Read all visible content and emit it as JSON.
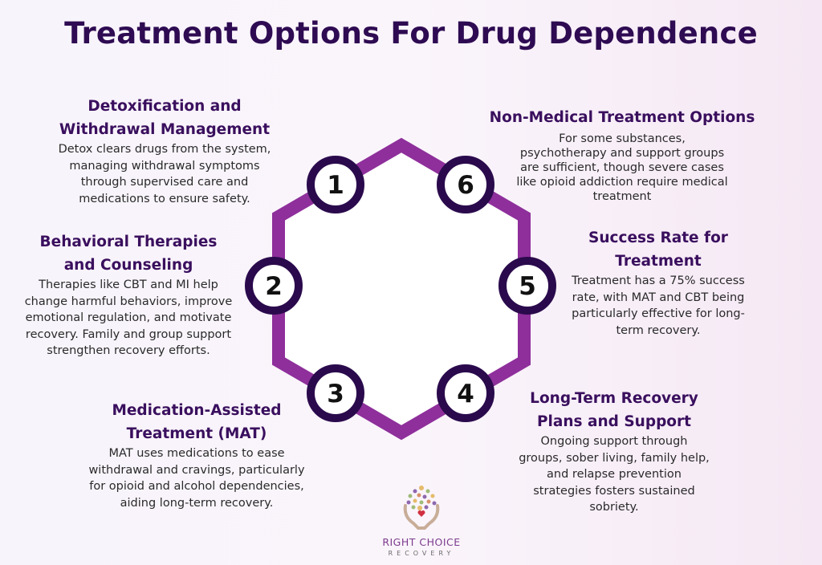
{
  "title": "Treatment Options For Drug Dependence",
  "colors": {
    "title": "#2e0b52",
    "hexagon": "#8e2f9b",
    "circle_ring": "#2a0a4c"
  },
  "steps": [
    {
      "number": "1",
      "heading_lines": [
        "Detoxification and",
        "Withdrawal Management"
      ],
      "body_lines": [
        "Detox clears drugs from the system,",
        "managing withdrawal symptoms",
        "through supervised care and",
        "medications to ensure safety."
      ]
    },
    {
      "number": "2",
      "heading_lines": [
        "Behavioral Therapies",
        "and Counseling"
      ],
      "body_lines": [
        "Therapies like CBT and MI help",
        "change harmful behaviors, improve",
        "emotional regulation, and motivate",
        "recovery. Family and group support",
        "strengthen recovery efforts."
      ]
    },
    {
      "number": "3",
      "heading_lines": [
        "Medication-Assisted",
        "Treatment (MAT)"
      ],
      "body_lines": [
        "MAT uses medications to ease",
        "withdrawal and cravings, particularly",
        "for opioid and alcohol dependencies,",
        "aiding long-term recovery."
      ]
    },
    {
      "number": "4",
      "heading_lines": [
        "Long-Term Recovery",
        "Plans and Support"
      ],
      "body_lines": [
        "Ongoing support through",
        "groups, sober living, family help,",
        "and relapse prevention",
        "strategies fosters sustained",
        "sobriety."
      ]
    },
    {
      "number": "5",
      "heading_lines": [
        "Success Rate for",
        "Treatment"
      ],
      "body_lines": [
        "Treatment has a 75% success",
        "rate, with MAT and CBT being",
        "particularly effective for long-",
        "term recovery."
      ]
    },
    {
      "number": "6",
      "heading_lines": [
        "Non-Medical Treatment Options"
      ],
      "body_lines": [
        "For some substances,",
        "psychotherapy and support groups",
        "are sufficient, though severe cases",
        "like opioid addiction require medical",
        "treatment"
      ]
    }
  ],
  "logo": {
    "name": "RIGHT CHOICE",
    "sub": "RECOVERY"
  }
}
